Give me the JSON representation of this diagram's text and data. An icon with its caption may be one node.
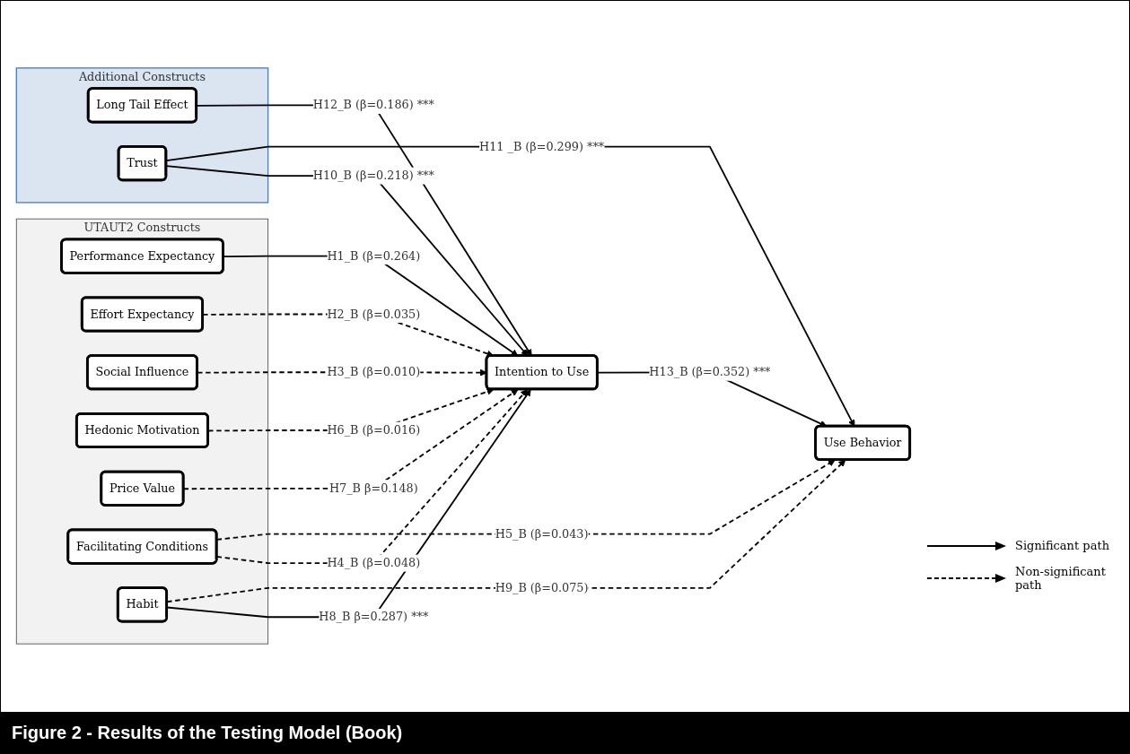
{
  "diagram": {
    "caption": "Figure 2 - Results of the Testing Model (Book)",
    "nodes": [
      {
        "text": [
          "UTAUT2 Constructs"
        ]
      },
      {
        "text": [
          "Performance Expectancy"
        ],
        "in": 0
      },
      {
        "text": [
          "Effort Expectancy"
        ],
        "in": 0
      },
      {
        "text": [
          "Social Influence"
        ],
        "in": 0
      },
      {
        "text": [
          "Hedonic Motivation"
        ],
        "in": 0
      },
      {
        "text": [
          "Price Value"
        ],
        "in": 0
      },
      {
        "text": [
          "Facilitating Conditions"
        ],
        "in": 0
      },
      {
        "text": [
          "Habit"
        ],
        "in": 0
      },
      {
        "text": [
          "Intention to Use"
        ]
      },
      {
        "text": [
          "Use Behavior"
        ]
      },
      {
        "text": [
          "Additional Constructs"
        ]
      },
      {
        "text": [
          "Long Tail Effect"
        ],
        "in": 10
      },
      {
        "text": [
          "Trust"
        ],
        "in": 10
      }
    ],
    "edges": [
      {
        "from": 1,
        "to": 8,
        "arrow": "to",
        "label": "H1_B (β=0.264)"
      },
      {
        "from": 2,
        "to": 8,
        "arrow": "to",
        "label": "H2_B (β=0.035)",
        "style": "dashed"
      },
      {
        "from": 3,
        "to": 8,
        "arrow": "to",
        "label": "H3_B (β=0.010)",
        "style": "dashed"
      },
      {
        "from": 4,
        "to": 8,
        "arrow": "to",
        "label": "H6_B (β=0.016)",
        "style": "dashed"
      },
      {
        "from": 5,
        "to": 8,
        "arrow": "to",
        "label": "H7_B β=0.148)",
        "style": "dashed"
      },
      {
        "from": 6,
        "to": 8,
        "arrow": "to",
        "label": "H4_B (β=0.048)",
        "style": "dashed"
      },
      {
        "from": 7,
        "to": 8,
        "arrow": "to",
        "label": "H8_B β=0.287) ***"
      },
      {
        "from": 6,
        "to": 9,
        "arrow": "to",
        "label": "H5_B (β=0.043)",
        "style": "dashed"
      },
      {
        "from": 7,
        "to": 9,
        "arrow": "to",
        "label": "H9_B (β=0.075)",
        "style": "dashed"
      },
      {
        "from": 8,
        "to": 9,
        "arrow": "to",
        "label": "H13_B (β=0.352) ***"
      },
      {
        "from": 12,
        "to": 8,
        "arrow": "to",
        "label": "H10_B (β=0.218) ***"
      },
      {
        "from": 12,
        "to": 9,
        "arrow": "to",
        "label": "H11 _B (β=0.299) ***"
      },
      {
        "from": 11,
        "to": 8,
        "arrow": "to",
        "label": "H12_B (β=0.186) ***"
      }
    ],
    "legend": [
      {
        "text": "Significant path"
      },
      {
        "text": "Non-significant path"
      }
    ]
  }
}
